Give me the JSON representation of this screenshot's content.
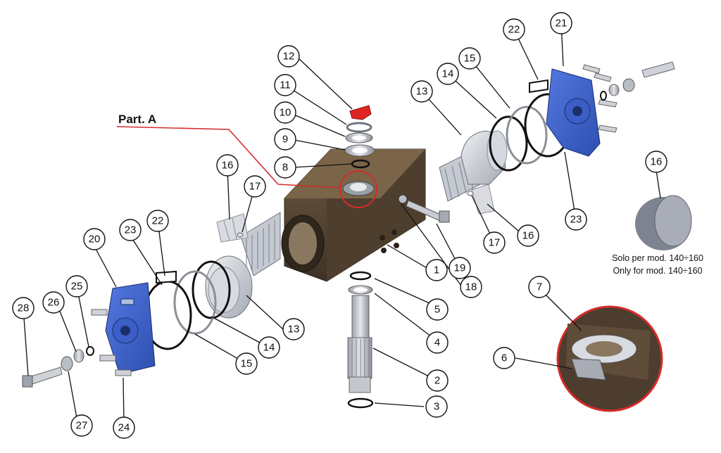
{
  "part_a_label": "Part. A",
  "notes": {
    "line1": "Solo per mod. 140÷160",
    "line2": "Only for mod. 140÷160"
  },
  "colors": {
    "body": "#5c4935",
    "end_cap": "#3a5fc8",
    "highlight": "#d42b2b",
    "metal": "#c8cbd3",
    "ring": "#111111"
  },
  "callouts": [
    "1",
    "2",
    "3",
    "4",
    "5",
    "6",
    "7",
    "8",
    "9",
    "10",
    "11",
    "12",
    "13",
    "13",
    "14",
    "14",
    "15",
    "15",
    "16",
    "16",
    "16",
    "17",
    "17",
    "18",
    "19",
    "20",
    "21",
    "22",
    "22",
    "23",
    "23",
    "24",
    "25",
    "26",
    "27",
    "28"
  ]
}
